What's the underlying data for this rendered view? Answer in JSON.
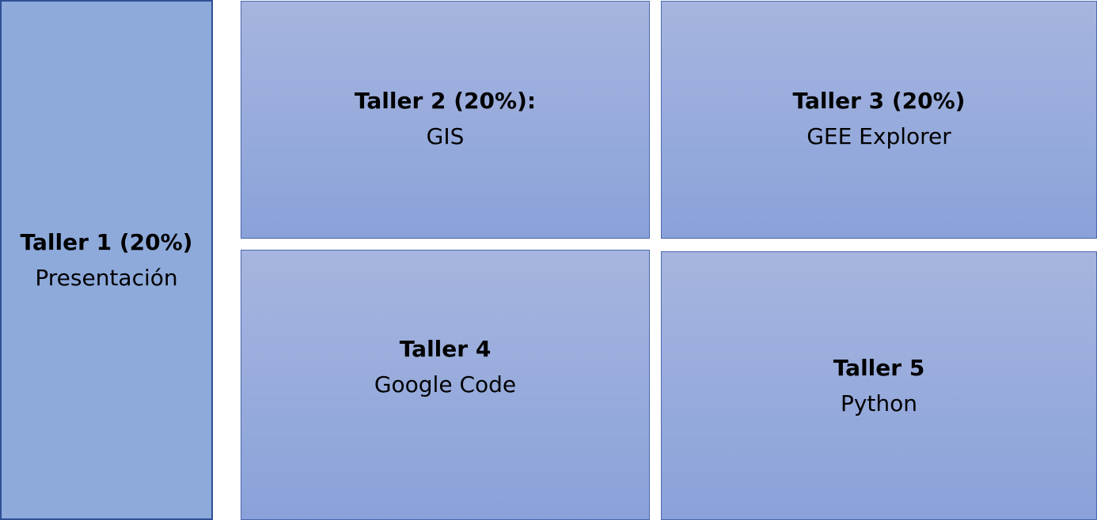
{
  "workshops": [
    {
      "title": "Taller 1 (20%)",
      "subtitle": "Presentación"
    },
    {
      "title": "Taller 2 (20%):",
      "subtitle": "GIS"
    },
    {
      "title": "Taller 3 (20%)",
      "subtitle": "GEE Explorer"
    },
    {
      "title": "Taller 4",
      "subtitle": "Google Code"
    },
    {
      "title": "Taller 5",
      "subtitle": "Python"
    }
  ],
  "colors": {
    "tall_box_fill": "#8eaadb",
    "tall_box_border": "#2f4f96",
    "box_gradient_top": "#a6b5df",
    "box_gradient_bottom": "#8aa2d9",
    "box_border": "#4a67ae",
    "text": "#000000"
  }
}
